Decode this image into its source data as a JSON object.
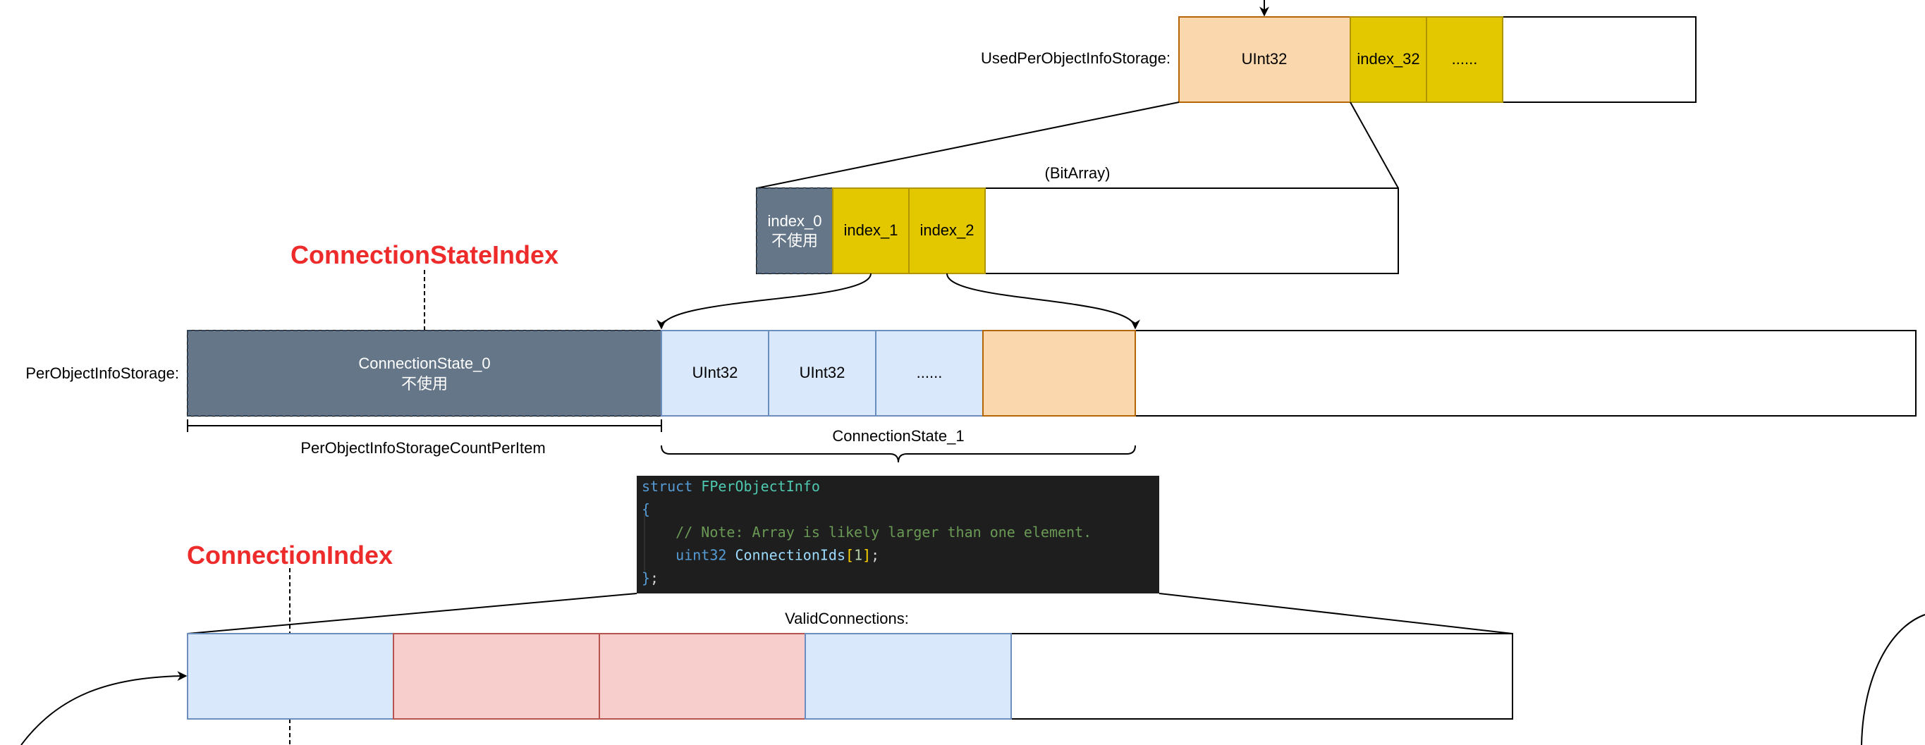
{
  "colors": {
    "slate": "#647687",
    "slate_stroke": "#314354",
    "orange_fill": "#fad7ac",
    "orange_stroke": "#b46504",
    "yellow_fill": "#e3c800",
    "yellow_stroke": "#b09500",
    "blue_fill": "#dae8fc",
    "blue_stroke": "#6c8ebf",
    "red_fill": "#f8cecc",
    "red_stroke": "#b85450",
    "title_red": "#ee2b2b",
    "code_bg": "#1e1e1e"
  },
  "used_storage": {
    "label": "UsedPerObjectInfoStorage:",
    "cells": [
      "UInt32",
      "index_32",
      "......"
    ]
  },
  "bitarray": {
    "label": "(BitArray)",
    "cells": [
      {
        "line1": "index_0",
        "line2": "不使用"
      },
      {
        "line1": "index_1",
        "line2": ""
      },
      {
        "line1": "index_2",
        "line2": ""
      }
    ]
  },
  "connection_state_index_title": "ConnectionStateIndex",
  "per_object_storage": {
    "label": "PerObjectInfoStorage:",
    "state0": {
      "line1": "ConnectionState_0",
      "line2": "不使用"
    },
    "cells": [
      "UInt32",
      "UInt32",
      "......"
    ],
    "count_label": "PerObjectInfoStorageCountPerItem",
    "state1_label": "ConnectionState_1"
  },
  "code": {
    "lines": [
      [
        {
          "t": "struct ",
          "c": "#569cd6"
        },
        {
          "t": "FPerObjectInfo",
          "c": "#4ec9b0"
        }
      ],
      [
        {
          "t": "{",
          "c": "#569cd6"
        }
      ],
      [
        {
          "t": "    ",
          "c": "#d4d4d4"
        },
        {
          "t": "// Note: Array is likely larger than one element.",
          "c": "#6a9955"
        }
      ],
      [
        {
          "t": "    ",
          "c": "#d4d4d4"
        },
        {
          "t": "uint32 ",
          "c": "#569cd6"
        },
        {
          "t": "ConnectionIds",
          "c": "#9cdcfe"
        },
        {
          "t": "[",
          "c": "#ffd700"
        },
        {
          "t": "1",
          "c": "#b5cea8"
        },
        {
          "t": "]",
          "c": "#ffd700"
        },
        {
          "t": ";",
          "c": "#d4d4d4"
        }
      ],
      [
        {
          "t": "}",
          "c": "#569cd6"
        },
        {
          "t": ";",
          "c": "#d4d4d4"
        }
      ]
    ]
  },
  "connection_index_title": "ConnectionIndex",
  "valid_connections": {
    "label": "ValidConnections:"
  }
}
